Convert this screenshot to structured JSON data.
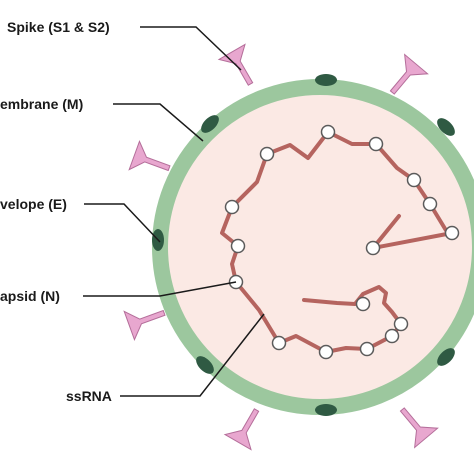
{
  "labels": {
    "spike": "Spike (S1 & S2)",
    "membrane": "embrane (M)",
    "envelope": "velope (E)",
    "capsid": "apsid (N)",
    "ssrna": "ssRNA"
  },
  "colors": {
    "membrane_ring": "#9cc79e",
    "interior": "#fbe9e4",
    "spike": "#e8a7cf",
    "spike_outline": "#b46e9a",
    "membrane_protein": "#2f5a43",
    "rna_strand": "#b5645f",
    "capsid_node_fill": "#ffffff",
    "capsid_node_stroke": "#5b5b5b",
    "leader_line": "#1a1a1a"
  }
}
